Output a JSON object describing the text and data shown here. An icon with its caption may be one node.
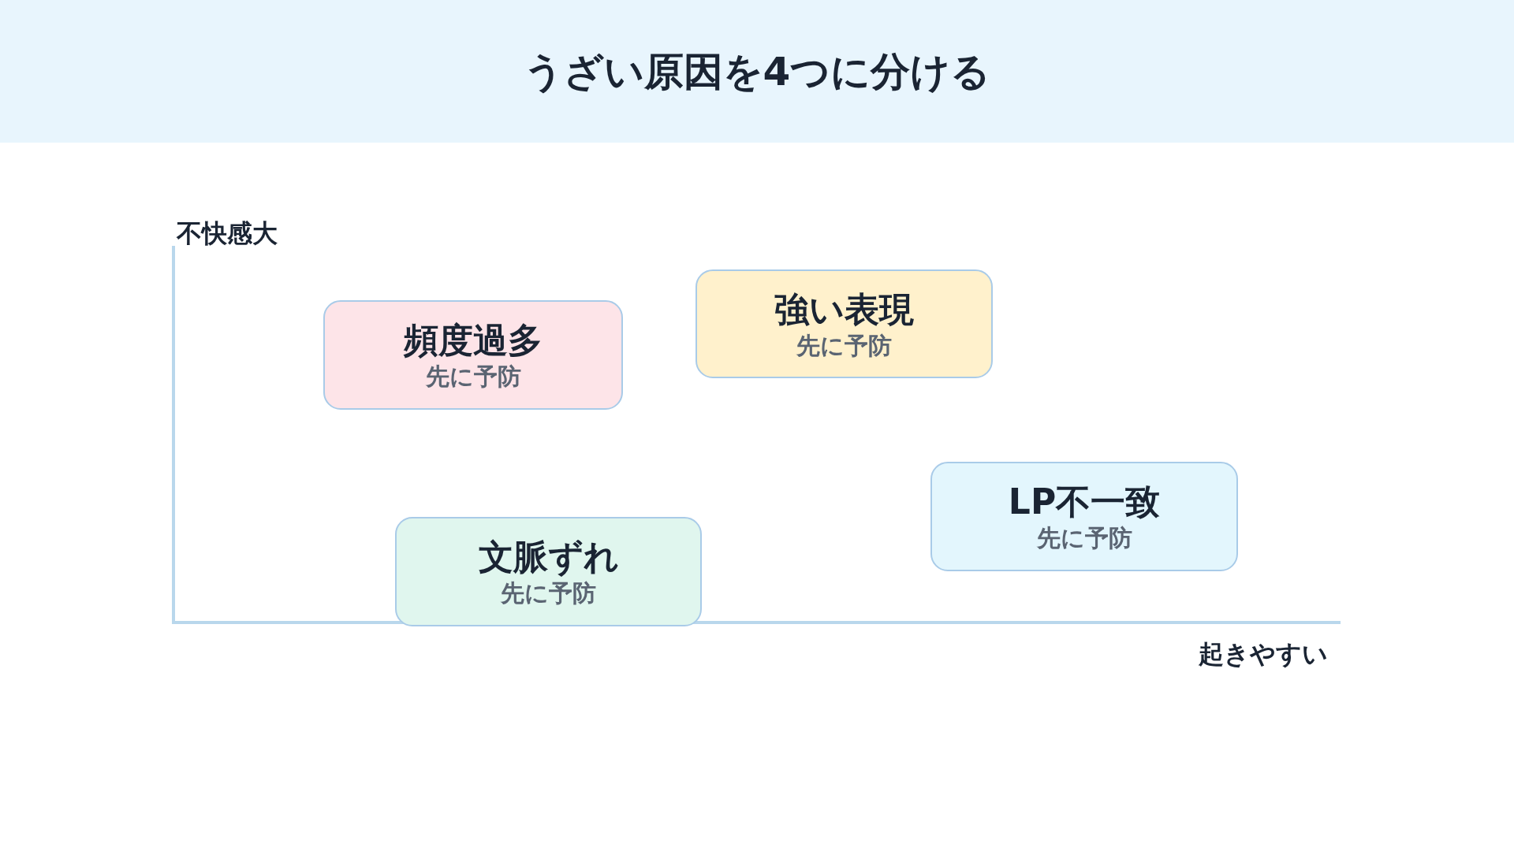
{
  "diagram": {
    "title": "うざい原因を4つに分ける",
    "nodes": [
      {
        "text": [
          "強い表現",
          "先に予防"
        ]
      },
      {
        "text": [
          "頻度過多",
          "先に予防"
        ]
      },
      {
        "text": [
          "LP不一致",
          "先に予防"
        ]
      },
      {
        "text": [
          "文脈ずれ",
          "先に予防"
        ]
      }
    ],
    "labels": [
      "不快感大",
      "起きやすい"
    ]
  }
}
